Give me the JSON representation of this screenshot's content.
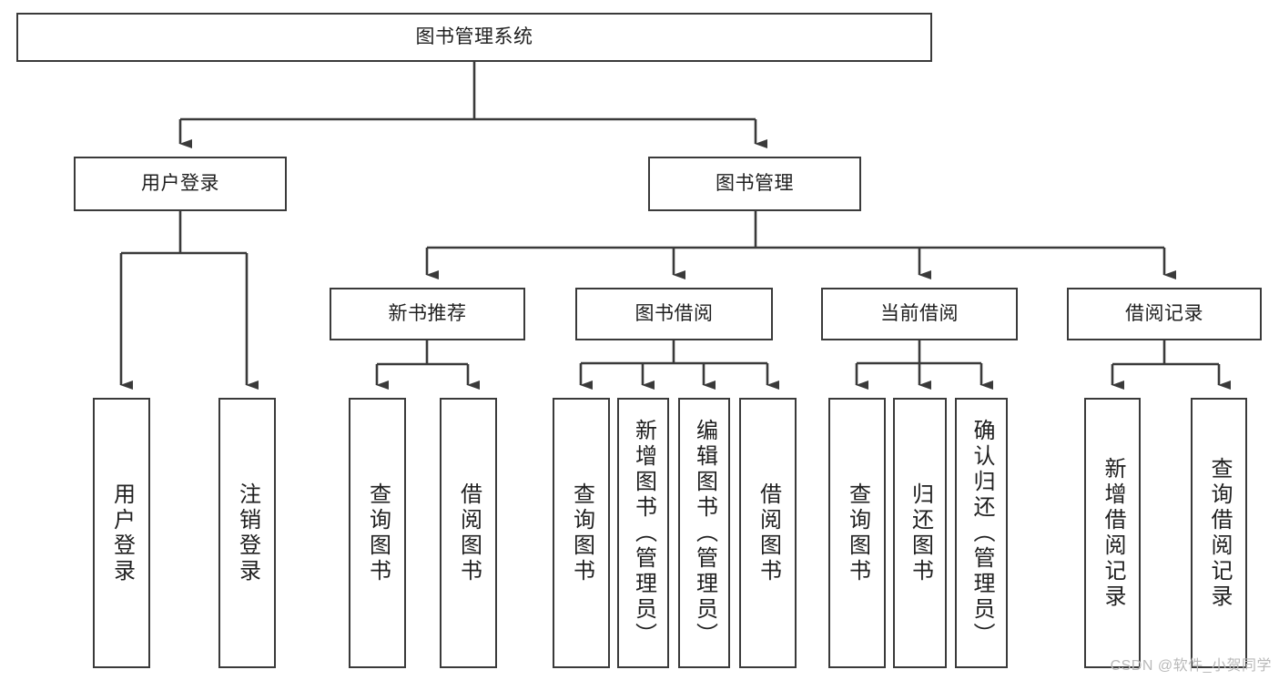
{
  "diagram": {
    "title": "图书管理系统",
    "type": "tree",
    "watermark": "CSDN @软件_小贺同学",
    "colors": {
      "box_border": "#3a3a3a",
      "box_fill": "#ffffff",
      "connector": "#3a3a3a",
      "text": "#1f1f1f",
      "watermark": "#b9b9b9"
    },
    "root": {
      "label": "图书管理系统"
    },
    "level2": [
      {
        "id": "user-login",
        "label": "用户登录"
      },
      {
        "id": "book-manage",
        "label": "图书管理"
      }
    ],
    "level3": [
      {
        "id": "new-book-recommend",
        "label": "新书推荐",
        "parent": "book-manage"
      },
      {
        "id": "book-borrow",
        "label": "图书借阅",
        "parent": "book-manage"
      },
      {
        "id": "current-borrow",
        "label": "当前借阅",
        "parent": "book-manage"
      },
      {
        "id": "borrow-record",
        "label": "借阅记录",
        "parent": "book-manage"
      }
    ],
    "leaves": [
      {
        "id": "leaf-user-login",
        "label": "用户登录",
        "parent": "user-login"
      },
      {
        "id": "leaf-logout-login",
        "label": "注销登录",
        "parent": "user-login"
      },
      {
        "id": "leaf-query-book-1",
        "label": "查询图书",
        "parent": "new-book-recommend"
      },
      {
        "id": "leaf-borrow-book-1",
        "label": "借阅图书",
        "parent": "new-book-recommend"
      },
      {
        "id": "leaf-query-book-2",
        "label": "查询图书",
        "parent": "book-borrow"
      },
      {
        "id": "leaf-add-book-admin",
        "label": "新增图书（管理员）",
        "parent": "book-borrow"
      },
      {
        "id": "leaf-edit-book-admin",
        "label": "编辑图书（管理员）",
        "parent": "book-borrow"
      },
      {
        "id": "leaf-borrow-book-2",
        "label": "借阅图书",
        "parent": "book-borrow"
      },
      {
        "id": "leaf-query-book-3",
        "label": "查询图书",
        "parent": "current-borrow"
      },
      {
        "id": "leaf-return-book",
        "label": "归还图书",
        "parent": "current-borrow"
      },
      {
        "id": "leaf-confirm-return-admin",
        "label": "确认归还（管理员）",
        "parent": "current-borrow"
      },
      {
        "id": "leaf-add-borrow-record",
        "label": "新增借阅记录",
        "parent": "borrow-record"
      },
      {
        "id": "leaf-query-borrow-record",
        "label": "查询借阅记录",
        "parent": "borrow-record"
      }
    ]
  }
}
